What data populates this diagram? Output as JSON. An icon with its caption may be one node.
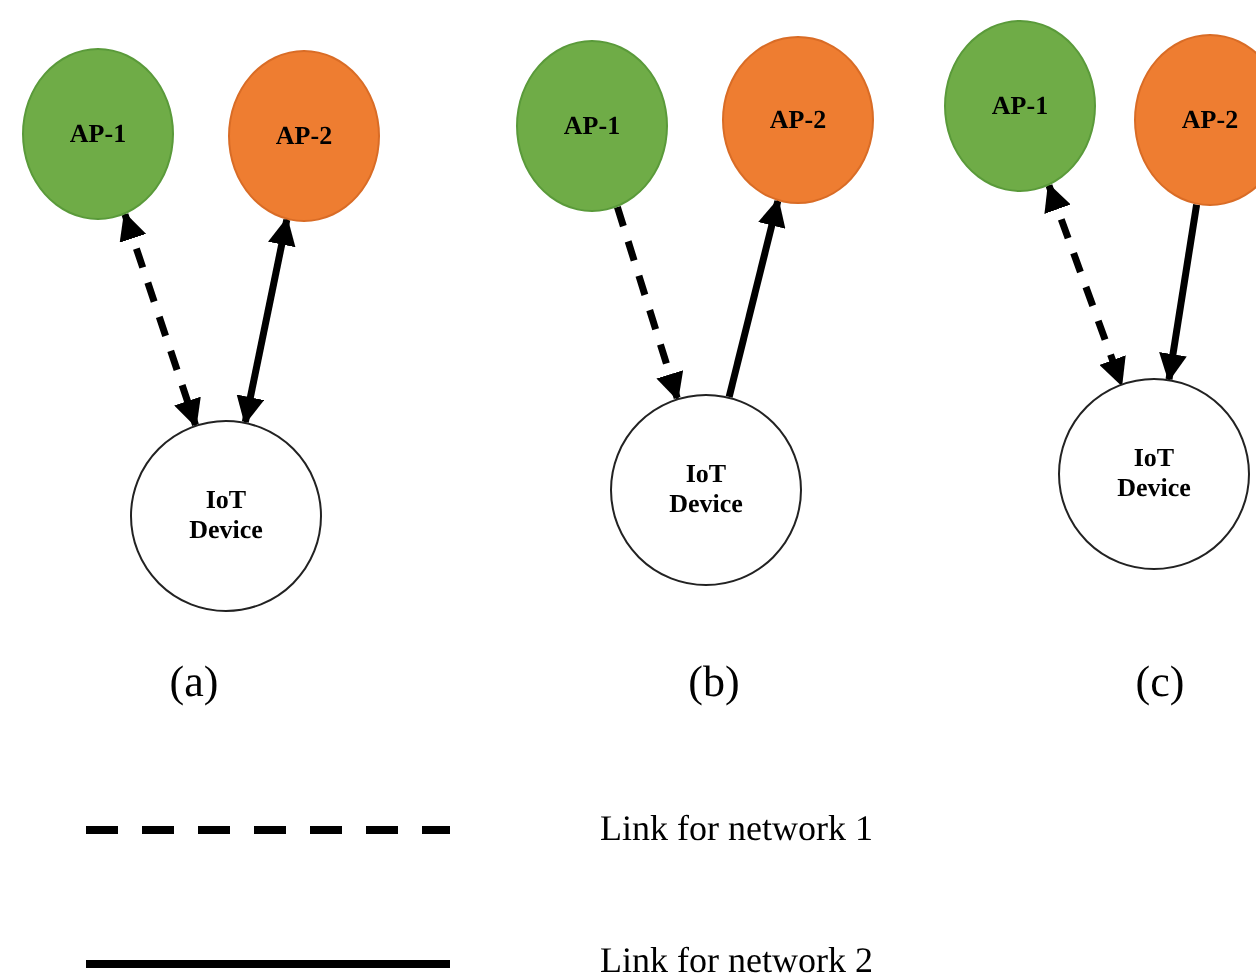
{
  "diagram": {
    "nodes": [
      {
        "text": [
          "AP-1"
        ]
      },
      {
        "text": [
          "AP-2"
        ]
      },
      {
        "text": [
          "IoT Device"
        ]
      },
      {
        "text": [
          "AP-1"
        ]
      },
      {
        "text": [
          "AP-2"
        ]
      },
      {
        "text": [
          "IoT Device"
        ]
      },
      {
        "text": [
          "AP-1"
        ]
      },
      {
        "text": [
          "AP-2"
        ]
      },
      {
        "text": [
          "IoT Device"
        ]
      }
    ],
    "edges": [
      {
        "from": 0,
        "to": 2,
        "arrow": "both",
        "style": "dashed"
      },
      {
        "from": 1,
        "to": 2,
        "arrow": "both"
      },
      {
        "from": 3,
        "to": 5,
        "arrow": "to",
        "style": "dashed"
      },
      {
        "from": 5,
        "to": 4,
        "arrow": "to"
      },
      {
        "from": 6,
        "to": 8,
        "arrow": "both",
        "style": "dashed"
      },
      {
        "from": 7,
        "to": 8,
        "arrow": "to"
      }
    ],
    "labels": [
      "(a)",
      "(b)",
      "(c)"
    ],
    "legend": [
      {
        "text": "Link for network 1"
      },
      {
        "text": "Link for network 2"
      }
    ]
  }
}
